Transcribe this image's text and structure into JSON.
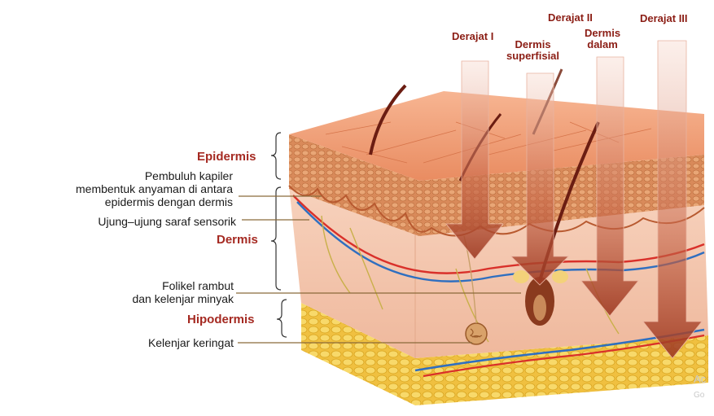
{
  "layers": {
    "epidermis": "Epidermis",
    "dermis": "Dermis",
    "hipodermis": "Hipodermis"
  },
  "annotations": {
    "pembuluh": [
      "Pembuluh kapiler",
      "membentuk anyaman di antara",
      "epidermis dengan dermis"
    ],
    "saraf": "Ujung–ujung saraf sensorik",
    "folikel": [
      "Folikel rambut",
      "dan kelenjar minyak"
    ],
    "keringat": "Kelenjar keringat"
  },
  "degrees": {
    "derajat1": "Derajat I",
    "derajat2": "Derajat II",
    "dermis_superfisial": [
      "Dermis",
      "superfisial"
    ],
    "dermis_dalam": [
      "Dermis",
      "dalam"
    ],
    "derajat3": "Derajat III"
  },
  "watermark": {
    "line1": "Ac",
    "line2": "Go"
  },
  "colors": {
    "label_red": "#a52a22",
    "leader_line": "#8a6a3a",
    "skin_top": "#f0a07c",
    "epidermis": "#d97a4a",
    "dermis": "#f6c9b0",
    "fat": "#f1c232",
    "arrow": "#b34a2e",
    "artery": "#d9302a",
    "vein": "#2f6fc0"
  }
}
